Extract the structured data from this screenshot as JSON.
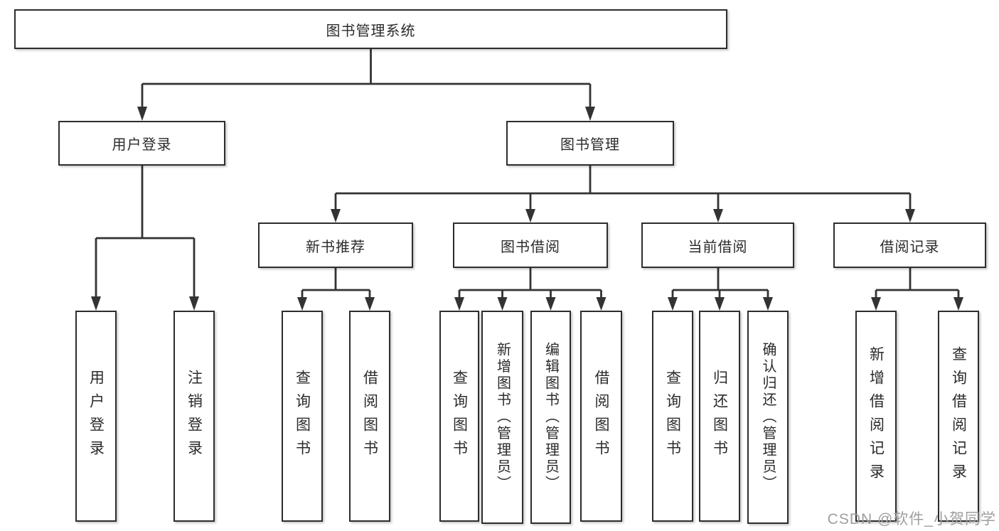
{
  "diagram": {
    "root": {
      "label": "图书管理系统"
    },
    "branches": [
      {
        "label": "用户登录",
        "children": [
          {
            "label": "用户登录"
          },
          {
            "label": "注销登录"
          }
        ]
      },
      {
        "label": "图书管理",
        "children": [
          {
            "label": "新书推荐",
            "children": [
              {
                "label": "查询图书"
              },
              {
                "label": "借阅图书"
              }
            ]
          },
          {
            "label": "图书借阅",
            "children": [
              {
                "label": "查询图书"
              },
              {
                "label": "新增图书（管理员）"
              },
              {
                "label": "编辑图书（管理员）"
              },
              {
                "label": "借阅图书"
              }
            ]
          },
          {
            "label": "当前借阅",
            "children": [
              {
                "label": "查询图书"
              },
              {
                "label": "归还图书"
              },
              {
                "label": "确认归还（管理员）"
              }
            ]
          },
          {
            "label": "借阅记录",
            "children": [
              {
                "label": "新增借阅记录"
              },
              {
                "label": "查询借阅记录"
              }
            ]
          }
        ]
      }
    ]
  },
  "watermark": {
    "text": "CSDN @软件_小贺同学"
  },
  "colors": {
    "background": "#ffffff",
    "line": "#333333",
    "box_border": "#2d2d2d",
    "text": "#2b2b2b",
    "watermark": "#9e9e9e"
  }
}
